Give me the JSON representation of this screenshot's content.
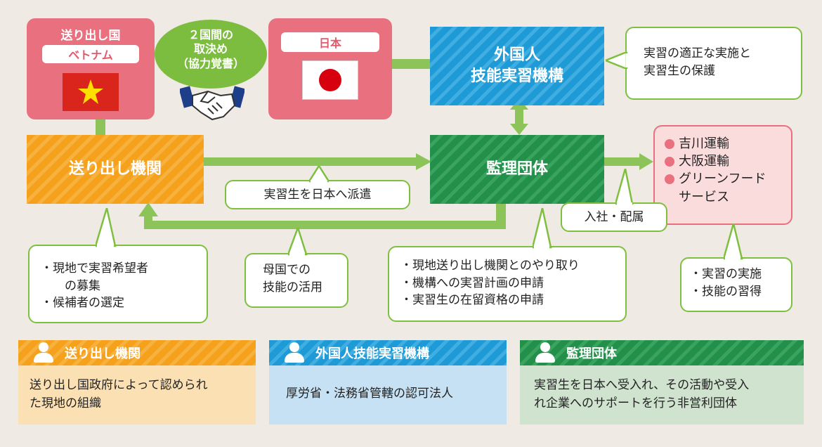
{
  "sending_country": {
    "header": "送り出し国",
    "country": "ベトナム",
    "flag": "vietnam-flag"
  },
  "agreement": {
    "line1": "２国間の",
    "line2": "取決め",
    "line3": "（協力覚書）"
  },
  "japan": {
    "header": "日本",
    "flag": "japan-flag"
  },
  "otit": {
    "line1": "外国人",
    "line2": "技能実習機構"
  },
  "otit_callout": {
    "line1": "実習の適正な実施と",
    "line2": "実習生の保護"
  },
  "sending_org": {
    "label": "送り出し機関"
  },
  "supervising_org": {
    "label": "監理団体"
  },
  "dispatch_label": "実習生を日本へ派遣",
  "companies": {
    "items": [
      "吉川運輸",
      "大阪運輸",
      "グリーンフード"
    ],
    "continuation": "サービス"
  },
  "join_label": "入社・配属",
  "sending_callout": {
    "items": [
      "現地で実習希望者",
      "候補者の選定"
    ],
    "continuation": "の募集"
  },
  "home_callout": {
    "line1": "母国での",
    "line2": "技能の活用"
  },
  "supervising_callout": {
    "items": [
      "現地送り出し機関とのやり取り",
      "機構への実習計画の申請",
      "実習生の在留資格の申請"
    ]
  },
  "company_callout": {
    "items": [
      "実習の実施",
      "技能の習得"
    ]
  },
  "legend": [
    {
      "title": "送り出し機関",
      "line1": "送り出し国政府によって認められ",
      "line2": "た現地の組織",
      "color": "#f5a11c",
      "bg": "#fbe0b4"
    },
    {
      "title": "外国人技能実習機構",
      "line1": "厚労省・法務省管轄の認可法人",
      "color": "#1e9ad6",
      "bg": "#c7e1f4"
    },
    {
      "title": "監理団体",
      "line1": "実習生を日本へ受入れ、その活動や受入",
      "line2": "れ企業へのサポートを行う非営利団体",
      "color": "#22904a",
      "bg": "#cfe3cf"
    }
  ]
}
